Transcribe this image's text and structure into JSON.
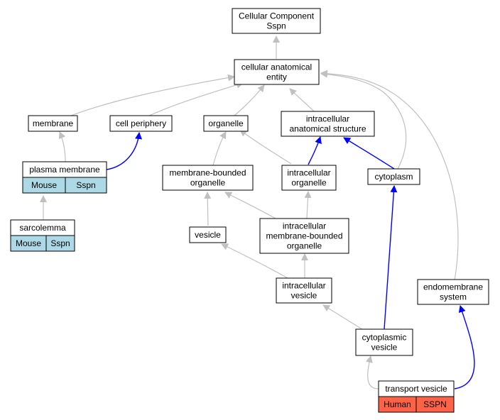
{
  "graph": {
    "colors": {
      "is_a_edge": "#c0c0c0",
      "part_of_edge": "#0000ff",
      "mouse_annotation": "#add8e6",
      "human_annotation": "#ff6347",
      "node_border": "#000000"
    },
    "nodes": {
      "root": {
        "lines": [
          "Cellular Component",
          "Sspn"
        ]
      },
      "cellular_anatomical_entity": {
        "lines": [
          "cellular anatomical",
          "entity"
        ]
      },
      "membrane": {
        "lines": [
          "membrane"
        ]
      },
      "cell_periphery": {
        "lines": [
          "cell periphery"
        ]
      },
      "organelle": {
        "lines": [
          "organelle"
        ]
      },
      "intracellular_anatomical_structure": {
        "lines": [
          "intracellular",
          "anatomical structure"
        ]
      },
      "plasma_membrane": {
        "lines": [
          "plasma membrane"
        ],
        "species": "Mouse",
        "gene": "Sspn"
      },
      "membrane_bounded_organelle": {
        "lines": [
          "membrane-bounded",
          "organelle"
        ]
      },
      "intracellular_organelle": {
        "lines": [
          "intracellular",
          "organelle"
        ]
      },
      "cytoplasm": {
        "lines": [
          "cytoplasm"
        ]
      },
      "sarcolemma": {
        "lines": [
          "sarcolemma"
        ],
        "species": "Mouse",
        "gene": "Sspn"
      },
      "vesicle": {
        "lines": [
          "vesicle"
        ]
      },
      "intracellular_membrane_bounded_organelle": {
        "lines": [
          "intracellular",
          "membrane-bounded",
          "organelle"
        ]
      },
      "intracellular_vesicle": {
        "lines": [
          "intracellular",
          "vesicle"
        ]
      },
      "endomembrane_system": {
        "lines": [
          "endomembrane",
          "system"
        ]
      },
      "cytoplasmic_vesicle": {
        "lines": [
          "cytoplasmic",
          "vesicle"
        ]
      },
      "transport_vesicle": {
        "lines": [
          "transport vesicle"
        ],
        "species": "Human",
        "gene": "SSPN"
      }
    }
  }
}
